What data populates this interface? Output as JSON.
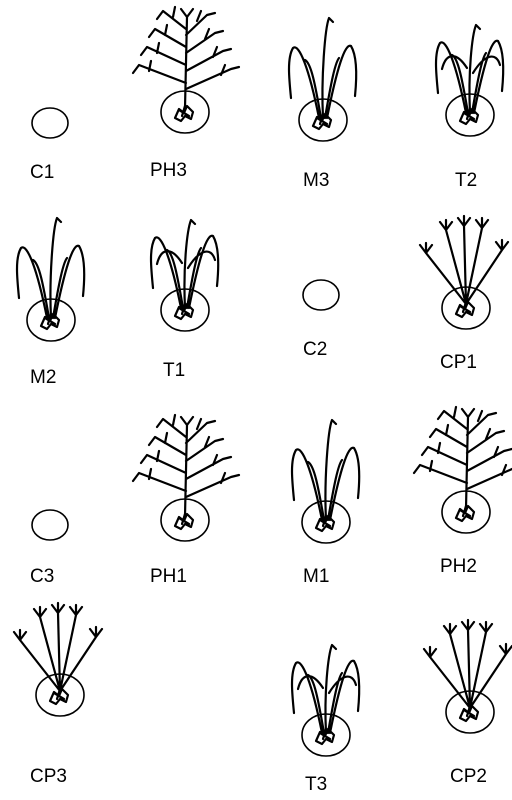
{
  "plots": [
    {
      "label": "C1",
      "type": "control"
    },
    {
      "label": "PH3",
      "type": "branched"
    },
    {
      "label": "M3",
      "type": "grass"
    },
    {
      "label": "T2",
      "type": "grass-drooping"
    },
    {
      "label": "M2",
      "type": "grass"
    },
    {
      "label": "T1",
      "type": "grass-drooping"
    },
    {
      "label": "C2",
      "type": "control"
    },
    {
      "label": "CP1",
      "type": "fan"
    },
    {
      "label": "C3",
      "type": "control"
    },
    {
      "label": "PH1",
      "type": "branched"
    },
    {
      "label": "M1",
      "type": "grass"
    },
    {
      "label": "PH2",
      "type": "branched"
    },
    {
      "label": "CP3",
      "type": "fan"
    },
    {
      "label": "T3",
      "type": "grass-drooping"
    },
    {
      "label": "CP2",
      "type": "fan"
    }
  ]
}
